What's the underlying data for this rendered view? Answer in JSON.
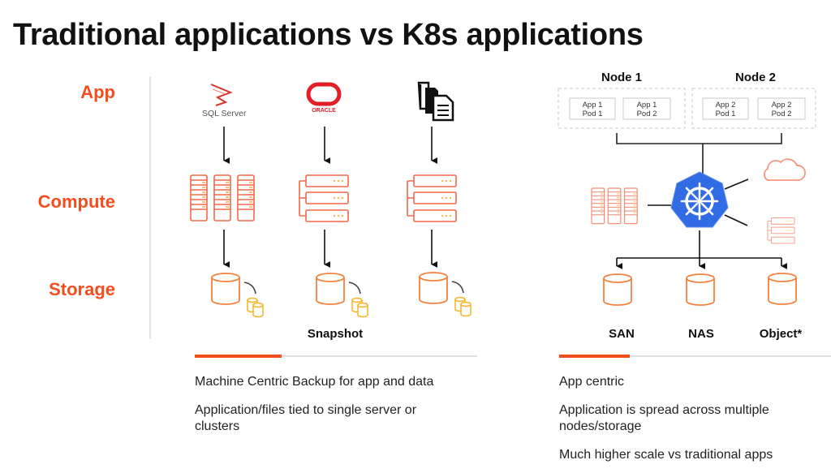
{
  "title": "Traditional applications vs K8s applications",
  "colors": {
    "accent": "#f24e1e",
    "k8s_blue": "#326ce5",
    "storage_orange": "#f5813f",
    "snapshot_yellow": "#f5b82e"
  },
  "row_labels": {
    "app": "App",
    "compute": "Compute",
    "storage": "Storage"
  },
  "traditional": {
    "apps": [
      {
        "icon": "sql-server-logo-icon",
        "label": "SQL Server"
      },
      {
        "icon": "oracle-logo-icon",
        "label": "ORACLE"
      },
      {
        "icon": "files-icon",
        "label": ""
      }
    ],
    "snapshot_label": "Snapshot",
    "descriptions": [
      "Machine Centric Backup for app and data",
      "Application/files tied to single server or clusters"
    ]
  },
  "k8s": {
    "nodes": [
      {
        "title": "Node 1",
        "pods": [
          {
            "line1": "App 1",
            "line2": "Pod 1"
          },
          {
            "line1": "App 1",
            "line2": "Pod 2"
          }
        ]
      },
      {
        "title": "Node 2",
        "pods": [
          {
            "line1": "App 2",
            "line2": "Pod 1"
          },
          {
            "line1": "App 2",
            "line2": "Pod 2"
          }
        ]
      }
    ],
    "storage_labels": [
      "SAN",
      "NAS",
      "Object*"
    ],
    "descriptions": [
      "App centric",
      "Application is spread across multiple nodes/storage",
      "Much higher scale vs traditional apps"
    ]
  }
}
